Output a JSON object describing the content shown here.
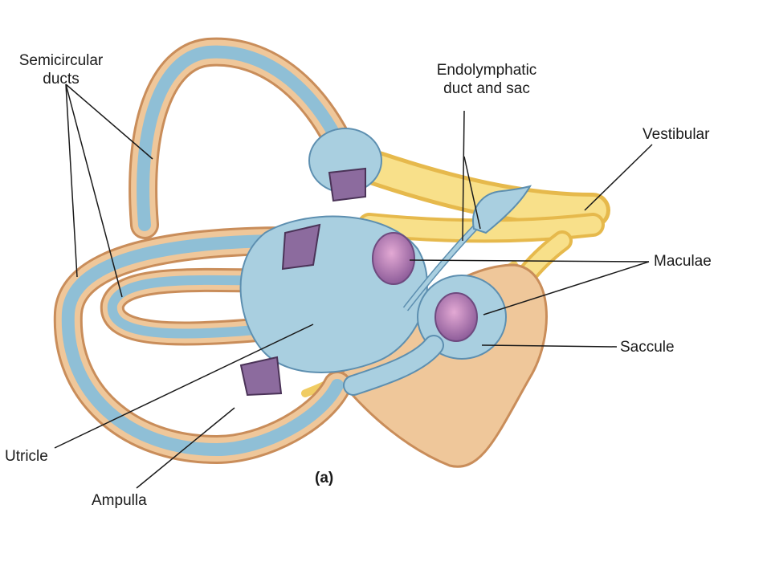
{
  "labels": {
    "semicircular_ducts": [
      "Semicircular",
      "ducts"
    ],
    "endolymphatic": [
      "Endolymphatic",
      "duct and sac"
    ],
    "vestibular": "Vestibular",
    "maculae": "Maculae",
    "saccule": "Saccule",
    "utricle": "Utricle",
    "ampulla": "Ampulla",
    "panel": "(a)"
  },
  "colors": {
    "endolymph": "#a9cfe0",
    "endolymph_dark": "#5d8fb0",
    "bone": "#efc79a",
    "bone_dark": "#c98d5a",
    "nerve": "#f4d873",
    "macula": "#b57fb5",
    "crista": "#8c6b9e"
  }
}
